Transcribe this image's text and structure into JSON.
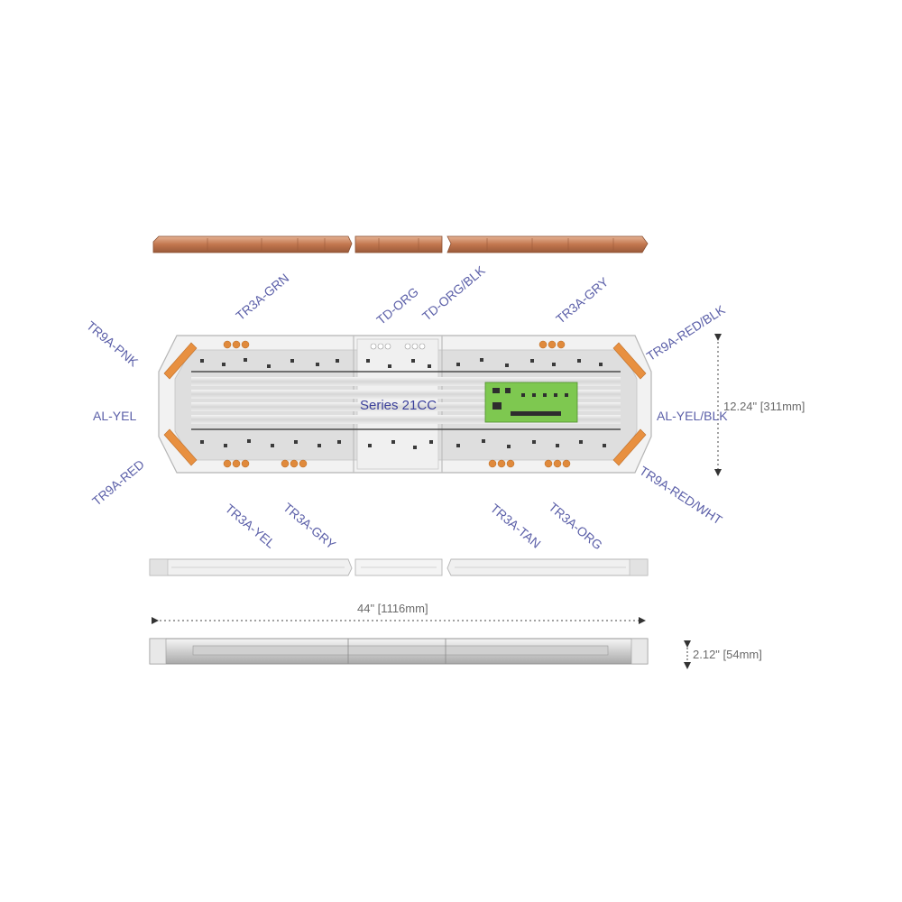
{
  "diagram": {
    "series_label": "Series 21CC",
    "wire_labels": {
      "tr3a_grn": "TR3A-GRN",
      "td_org": "TD-ORG",
      "td_org_blk": "TD-ORG/BLK",
      "tr3a_gry_top": "TR3A-GRY",
      "tr9a_pnk": "TR9A-PNK",
      "tr9a_red_blk": "TR9A-RED/BLK",
      "al_yel": "AL-YEL",
      "al_yel_blk": "AL-YEL/BLK",
      "tr9a_red": "TR9A-RED",
      "tr9a_red_wht": "TR9A-RED/WHT",
      "tr3a_yel": "TR3A-YEL",
      "tr3a_gry_bottom": "TR3A-GRY",
      "tr3a_tan": "TR3A-TAN",
      "tr3a_org": "TR3A-ORG"
    },
    "dimensions": {
      "depth": "12.24\" [311mm]",
      "length": "44\" [1116mm]",
      "height": "2.12\" [54mm]"
    }
  },
  "colors": {
    "label": "#5b5fa8",
    "amber_lens": "#e89040",
    "copper_top": "#c8805a",
    "board": "#7ec850",
    "housing": "#e6e6e6"
  }
}
